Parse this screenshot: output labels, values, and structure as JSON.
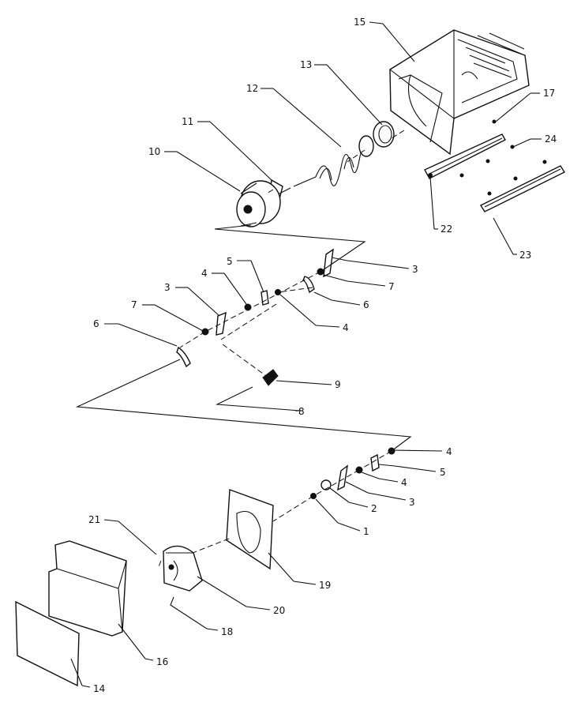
{
  "labels": {
    "p1": "1",
    "p2": "2",
    "p3a": "3",
    "p3b": "3",
    "p3c": "3",
    "p4a": "4",
    "p4b": "4",
    "p4c": "4",
    "p4d": "4",
    "p5a": "5",
    "p5b": "5",
    "p6a": "6",
    "p6b": "6",
    "p7a": "7",
    "p7b": "7",
    "p8": "8",
    "p9": "9",
    "p10": "10",
    "p11": "11",
    "p12": "12",
    "p13": "13",
    "p14": "14",
    "p15": "15",
    "p16": "16",
    "p17": "17",
    "p18": "18",
    "p19": "19",
    "p20": "20",
    "p21": "21",
    "p22": "22",
    "p23": "23",
    "p24": "24"
  }
}
